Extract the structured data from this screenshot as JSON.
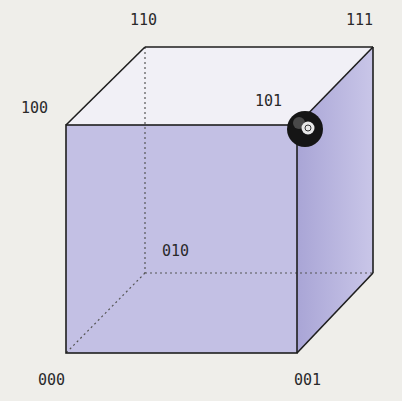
{
  "diagram": {
    "labels": [
      "110",
      "111",
      "100",
      "101",
      "010",
      "000",
      "001"
    ]
  }
}
